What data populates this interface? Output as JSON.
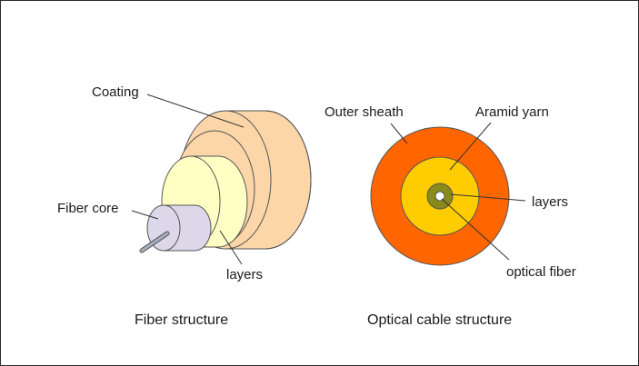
{
  "fiber_structure": {
    "caption": "Fiber structure",
    "labels": {
      "coating": "Coating",
      "fiber_core": "Fiber core",
      "layers": "layers"
    }
  },
  "cable_structure": {
    "caption": "Optical cable structure",
    "labels": {
      "outer_sheath": "Outer sheath",
      "aramid_yarn": "Aramid yarn",
      "layers": "layers",
      "optical_fiber": "optical fiber"
    }
  },
  "colors": {
    "coating_fill": "#fcd6a8",
    "layers_fill": "#ffffc4",
    "core_fill": "#dcd8ea",
    "fiber_wire": "#8a8fa6",
    "outer_sheath": "#ff6600",
    "aramid_yarn": "#ffcc00",
    "layers_ring": "#8a8a1a",
    "fiber_center": "#ffffff",
    "outline": "#555555"
  }
}
